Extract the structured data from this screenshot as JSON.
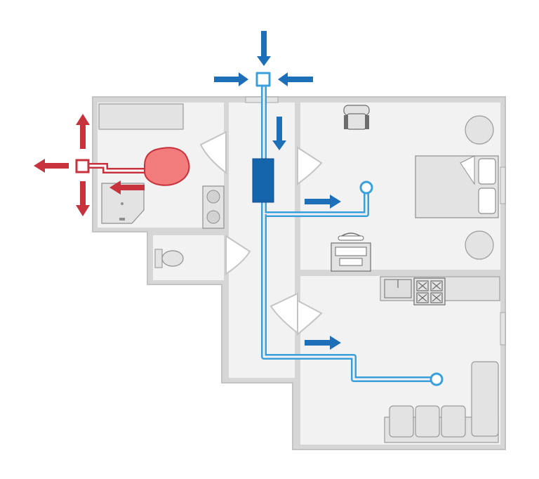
{
  "diagram": {
    "kind": "floor-plan-ventilation",
    "colors": {
      "wall": "#c4c4c4",
      "wall_inner": "#d9d9d9",
      "floor": "#f2f2f2",
      "fixture": "#e6e6e6",
      "fixture_stroke": "#8f8f8f",
      "supply": "#1d70b8",
      "supply_duct": "#3aa0dc",
      "unit": "#1565ad",
      "exhaust": "#c8323c",
      "exhaust_fan": "#f27b7b"
    },
    "rooms": [
      "bathroom",
      "toilet",
      "hallway",
      "bedroom",
      "kitchen",
      "living-room"
    ],
    "flows": {
      "supply_intake_arrows": 3,
      "supply_room_arrows": 2,
      "supply_duct_arrow": 1,
      "exhaust_arrows": 4
    },
    "icons": [
      "supply-arrow-icon",
      "exhaust-arrow-icon",
      "exhaust-fan-icon",
      "ventilation-unit-icon"
    ]
  }
}
